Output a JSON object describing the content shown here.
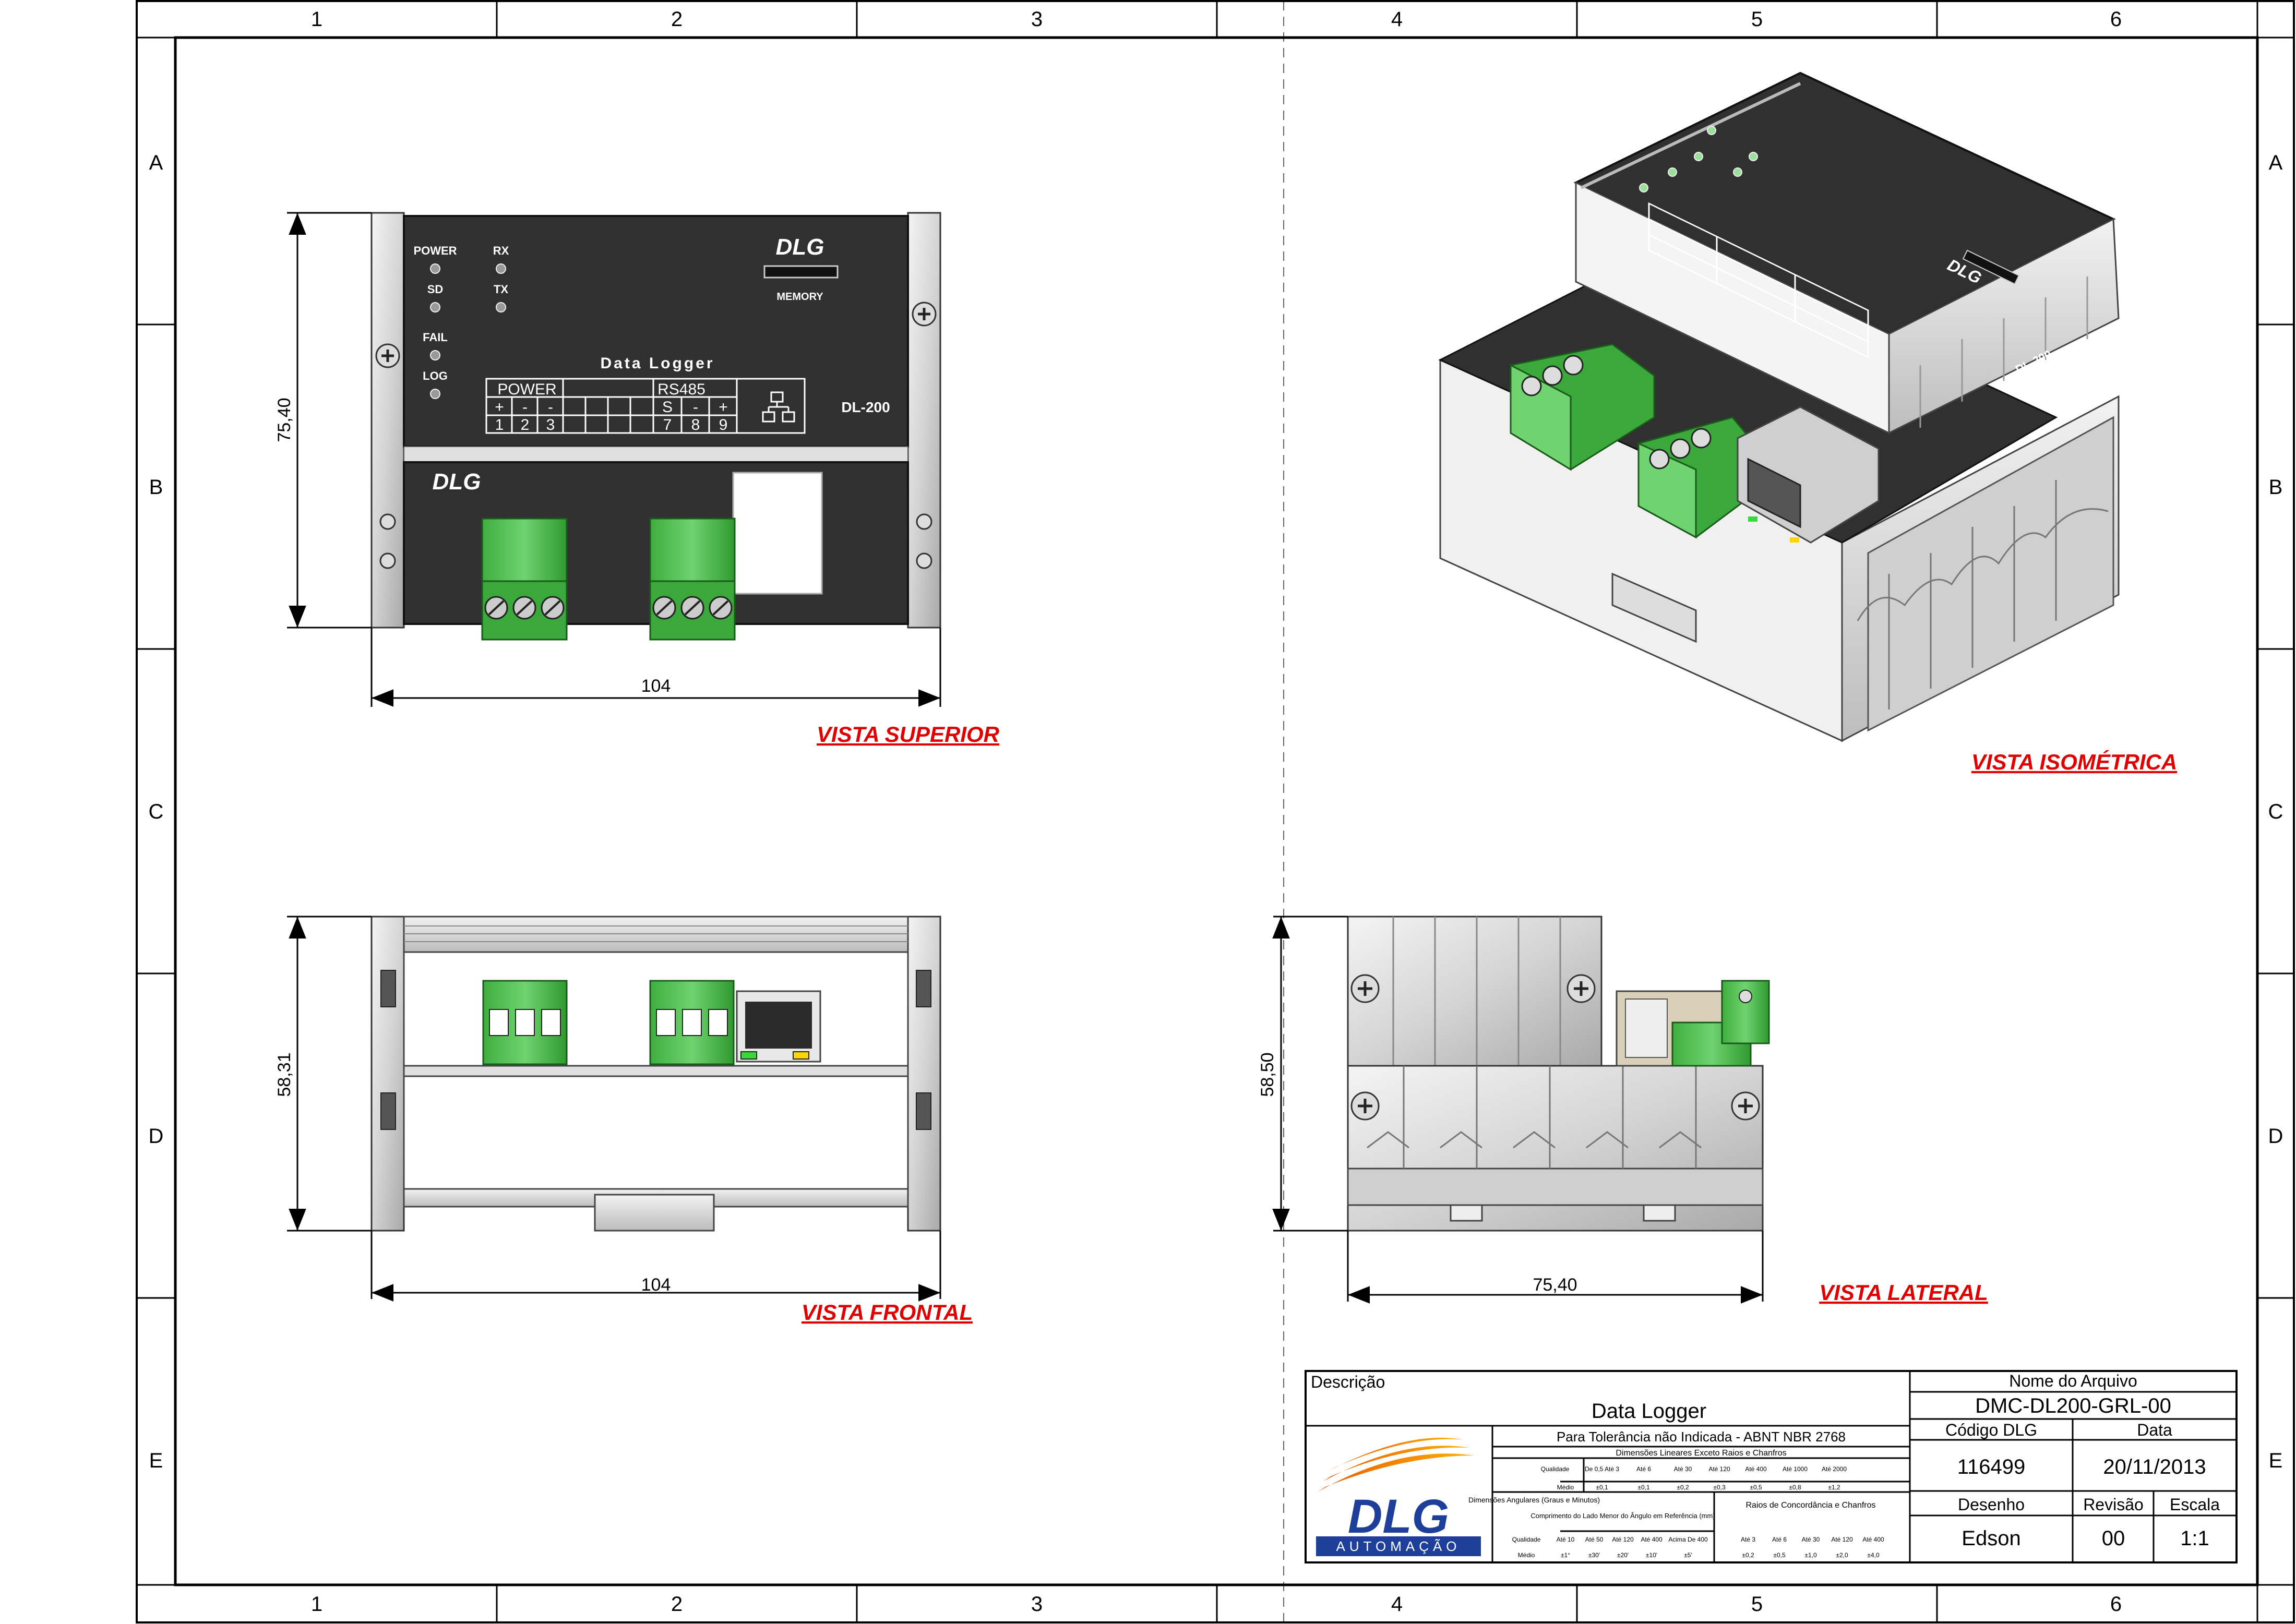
{
  "sheet": {
    "columns": [
      "1",
      "2",
      "3",
      "4",
      "5",
      "6"
    ],
    "rows": [
      "A",
      "B",
      "C",
      "D",
      "E"
    ]
  },
  "views": {
    "top": "VISTA SUPERIOR",
    "iso": "VISTA ISOMÉTRICA",
    "front": "VISTA FRONTAL",
    "side": "VISTA LATERAL"
  },
  "dimensions": {
    "top_width": "104",
    "top_height": "75,40",
    "front_width": "104",
    "front_height": "58,31",
    "side_width": "75,40",
    "side_height": "58,50"
  },
  "device": {
    "brand": "DLG",
    "model": "DL-200",
    "panel_title": "Data Logger",
    "memory": "MEMORY",
    "leds_left": [
      "POWER",
      "SD",
      "FAIL",
      "LOG"
    ],
    "leds_right": [
      "RX",
      "TX"
    ],
    "power_header": "POWER",
    "power_signs": [
      "+",
      "-",
      "-"
    ],
    "power_pins": [
      "1",
      "2",
      "3"
    ],
    "rs485_header": "RS485",
    "rs485_signs": [
      "S",
      "-",
      "+"
    ],
    "rs485_pins": [
      "7",
      "8",
      "9"
    ]
  },
  "title_block": {
    "description_label": "Descrição",
    "description": "Data Logger",
    "file_name_label": "Nome do Arquivo",
    "file_name": "DMC-DL200-GRL-00",
    "code_label": "Código DLG",
    "code": "116499",
    "date_label": "Data",
    "date": "20/11/2013",
    "drawing_label": "Desenho",
    "drawing": "Edson",
    "revision_label": "Revisão",
    "revision": "00",
    "scale_label": "Escala",
    "scale": "1:1",
    "tolerance_title": "Para Tolerância não Indicada - ABNT NBR 2768",
    "linear_title": "Dimensões Lineares Exceto Raios e Chanfros",
    "quality_label": "Qualidade",
    "medio_label": "Médio",
    "linear_ranges": [
      "De 0,5 Até 3",
      "Até 6",
      "Até 30",
      "Até 120",
      "Até 400",
      "Até 1000",
      "Até 2000"
    ],
    "linear_values": [
      "±0,1",
      "±0,1",
      "±0,2",
      "±0,3",
      "±0,5",
      "±0,8",
      "±1,2"
    ],
    "angular_title": "Dimensões Angulares (Graus e Minutos)",
    "angular_sub": "Comprimento do Lado Menor do Ângulo em Referência (mm)",
    "angular_ranges": [
      "Até 10",
      "Até 50",
      "Até 120",
      "Até 400",
      "Acima De 400"
    ],
    "angular_values": [
      "±1°",
      "±30'",
      "±20'",
      "±10'",
      "±5'"
    ],
    "radius_title": "Raios de Concordância e Chanfros",
    "radius_ranges": [
      "Até 3",
      "Até 6",
      "Até 30",
      "Até 120",
      "Até 400"
    ],
    "radius_values": [
      "±0,2",
      "±0,5",
      "±1,0",
      "±2,0",
      "±4,0"
    ],
    "logo_text": "DLG",
    "logo_sub": "AUTOMAÇÃO"
  }
}
